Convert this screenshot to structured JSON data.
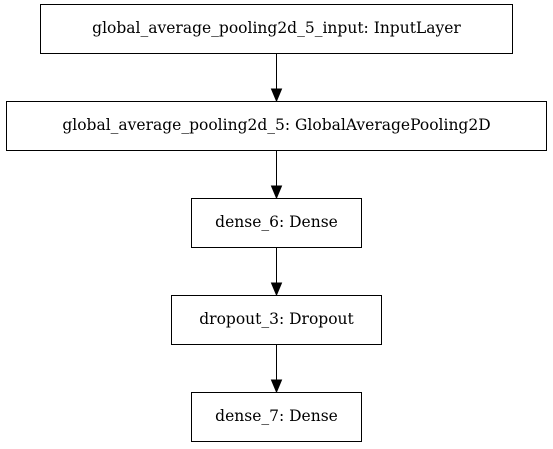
{
  "colors": {
    "background": "#ffffff",
    "stroke": "#000000",
    "text": "#000000"
  },
  "nodes": [
    {
      "id": "global_average_pooling2d_5_input",
      "label": "global_average_pooling2d_5_input: InputLayer"
    },
    {
      "id": "global_average_pooling2d_5",
      "label": "global_average_pooling2d_5: GlobalAveragePooling2D"
    },
    {
      "id": "dense_6",
      "label": "dense_6: Dense"
    },
    {
      "id": "dropout_3",
      "label": "dropout_3: Dropout"
    },
    {
      "id": "dense_7",
      "label": "dense_7: Dense"
    }
  ],
  "edges": [
    {
      "from": "global_average_pooling2d_5_input",
      "to": "global_average_pooling2d_5"
    },
    {
      "from": "global_average_pooling2d_5",
      "to": "dense_6"
    },
    {
      "from": "dense_6",
      "to": "dropout_3"
    },
    {
      "from": "dropout_3",
      "to": "dense_7"
    }
  ]
}
